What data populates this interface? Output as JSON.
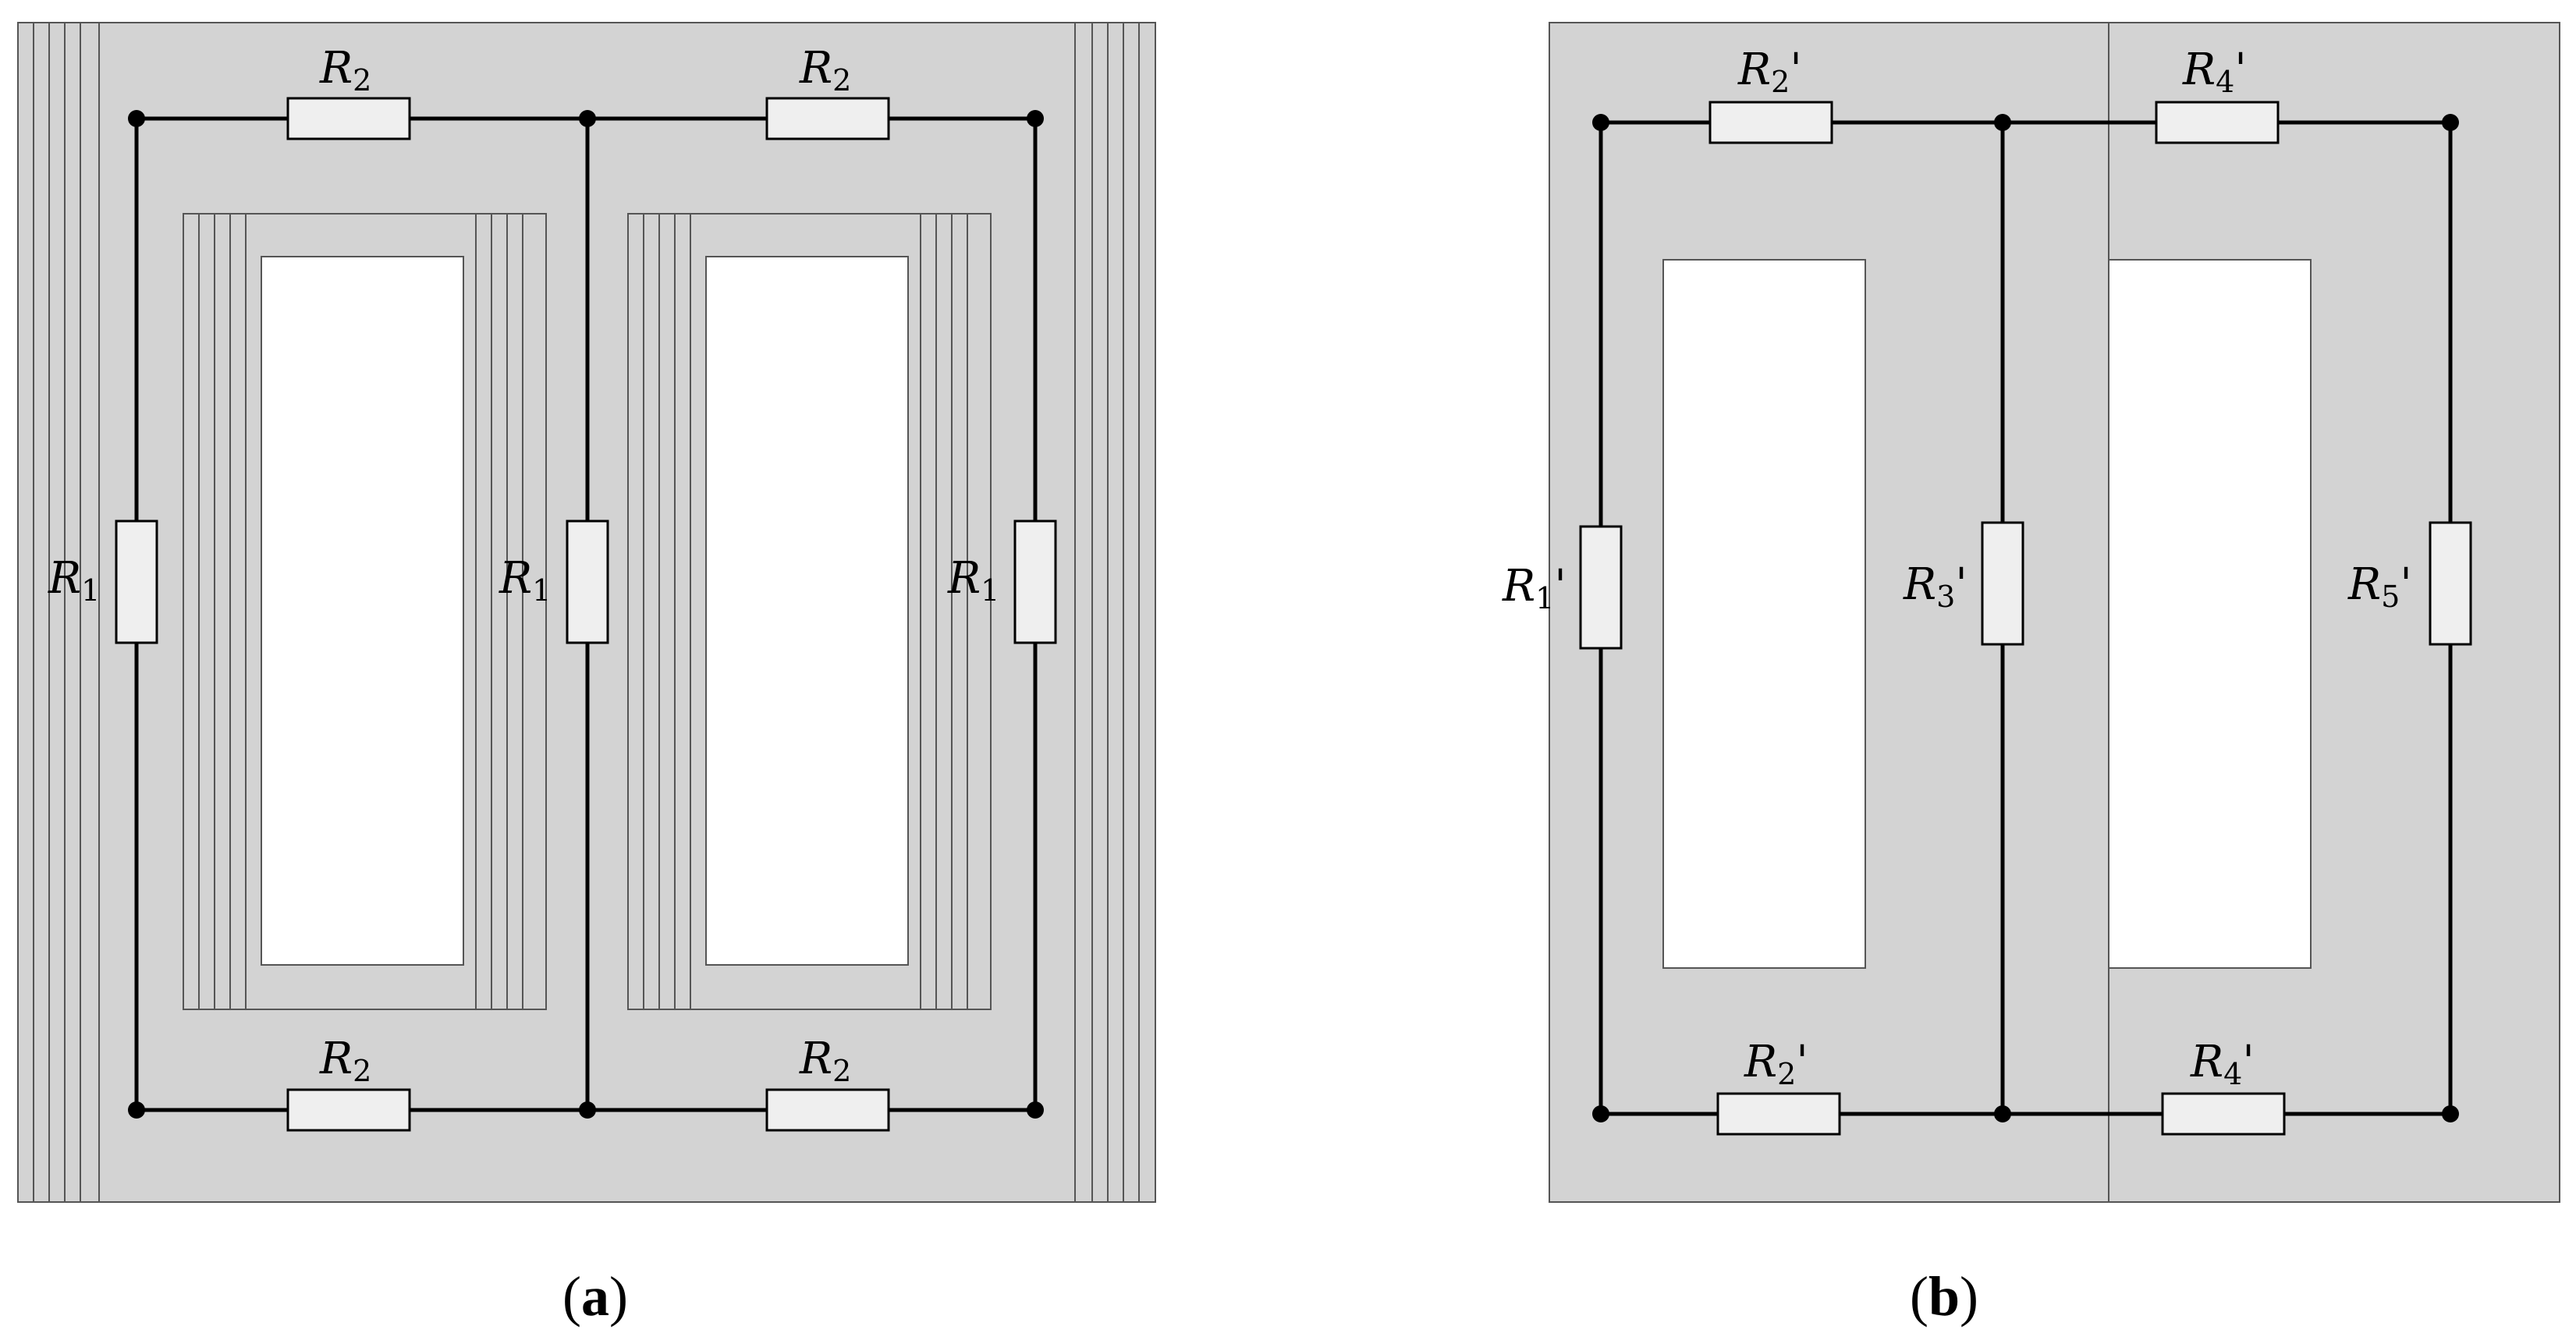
{
  "figure": {
    "panel_a": {
      "caption_open": "(",
      "caption_letter": "a",
      "caption_close": ")",
      "resistor_top_left": {
        "symbol": "R",
        "sub": "2",
        "prime": ""
      },
      "resistor_top_right": {
        "symbol": "R",
        "sub": "2",
        "prime": ""
      },
      "resistor_bottom_left": {
        "symbol": "R",
        "sub": "2",
        "prime": ""
      },
      "resistor_bottom_right": {
        "symbol": "R",
        "sub": "2",
        "prime": ""
      },
      "resistor_left": {
        "symbol": "R",
        "sub": "1",
        "prime": ""
      },
      "resistor_center": {
        "symbol": "R",
        "sub": "1",
        "prime": ""
      },
      "resistor_right": {
        "symbol": "R",
        "sub": "1",
        "prime": ""
      }
    },
    "panel_b": {
      "caption_open": "(",
      "caption_letter": "b",
      "caption_close": ")",
      "resistor_top_left": {
        "symbol": "R",
        "sub": "2",
        "prime": "'"
      },
      "resistor_top_right": {
        "symbol": "R",
        "sub": "4",
        "prime": "'"
      },
      "resistor_bottom_left": {
        "symbol": "R",
        "sub": "2",
        "prime": "'"
      },
      "resistor_bottom_right": {
        "symbol": "R",
        "sub": "4",
        "prime": "'"
      },
      "resistor_left": {
        "symbol": "R",
        "sub": "1",
        "prime": "'"
      },
      "resistor_center": {
        "symbol": "R",
        "sub": "3",
        "prime": "'"
      },
      "resistor_right": {
        "symbol": "R",
        "sub": "5",
        "prime": "'"
      }
    },
    "colors": {
      "core_fill": "#d3d3d3",
      "window_fill": "#ffffff",
      "wire": "#000000",
      "resistor_fill": "#efefef",
      "outline": "#555555"
    }
  }
}
